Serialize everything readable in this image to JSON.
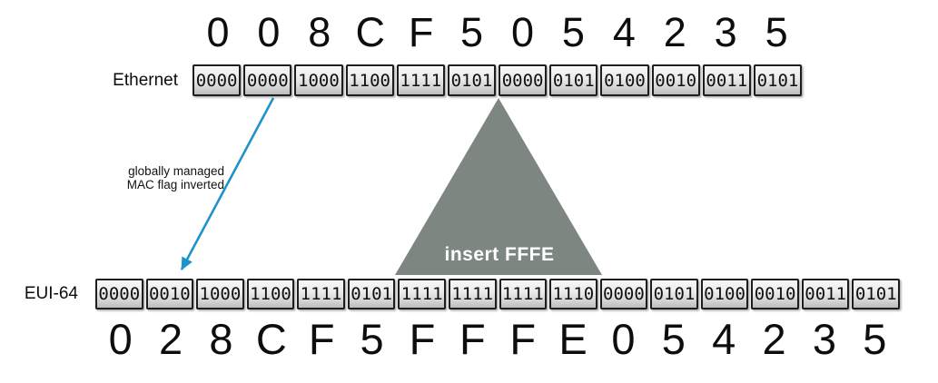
{
  "colors": {
    "arrow": "#1e92cb",
    "triangle": "#7e8682",
    "box-border": "#1e1e1e"
  },
  "ethernet": {
    "label": "Ethernet",
    "hex_digits": [
      "0",
      "0",
      "8",
      "C",
      "F",
      "5",
      "0",
      "5",
      "4",
      "2",
      "3",
      "5"
    ],
    "nibbles": [
      "0000",
      "0000",
      "1000",
      "1100",
      "1111",
      "0101",
      "0000",
      "0101",
      "0100",
      "0010",
      "0011",
      "0101"
    ]
  },
  "eui64": {
    "label": "EUI-64",
    "nibbles": [
      "0000",
      "0010",
      "1000",
      "1100",
      "1111",
      "0101",
      "1111",
      "1111",
      "1111",
      "1110",
      "0000",
      "0101",
      "0100",
      "0010",
      "0011",
      "0101"
    ],
    "hex_digits": [
      "0",
      "2",
      "8",
      "C",
      "F",
      "5",
      "F",
      "F",
      "F",
      "E",
      "0",
      "5",
      "4",
      "2",
      "3",
      "5"
    ]
  },
  "annotation": {
    "line1": "globally managed",
    "line2": "MAC flag inverted"
  },
  "triangle": {
    "label": "insert FFFE"
  }
}
